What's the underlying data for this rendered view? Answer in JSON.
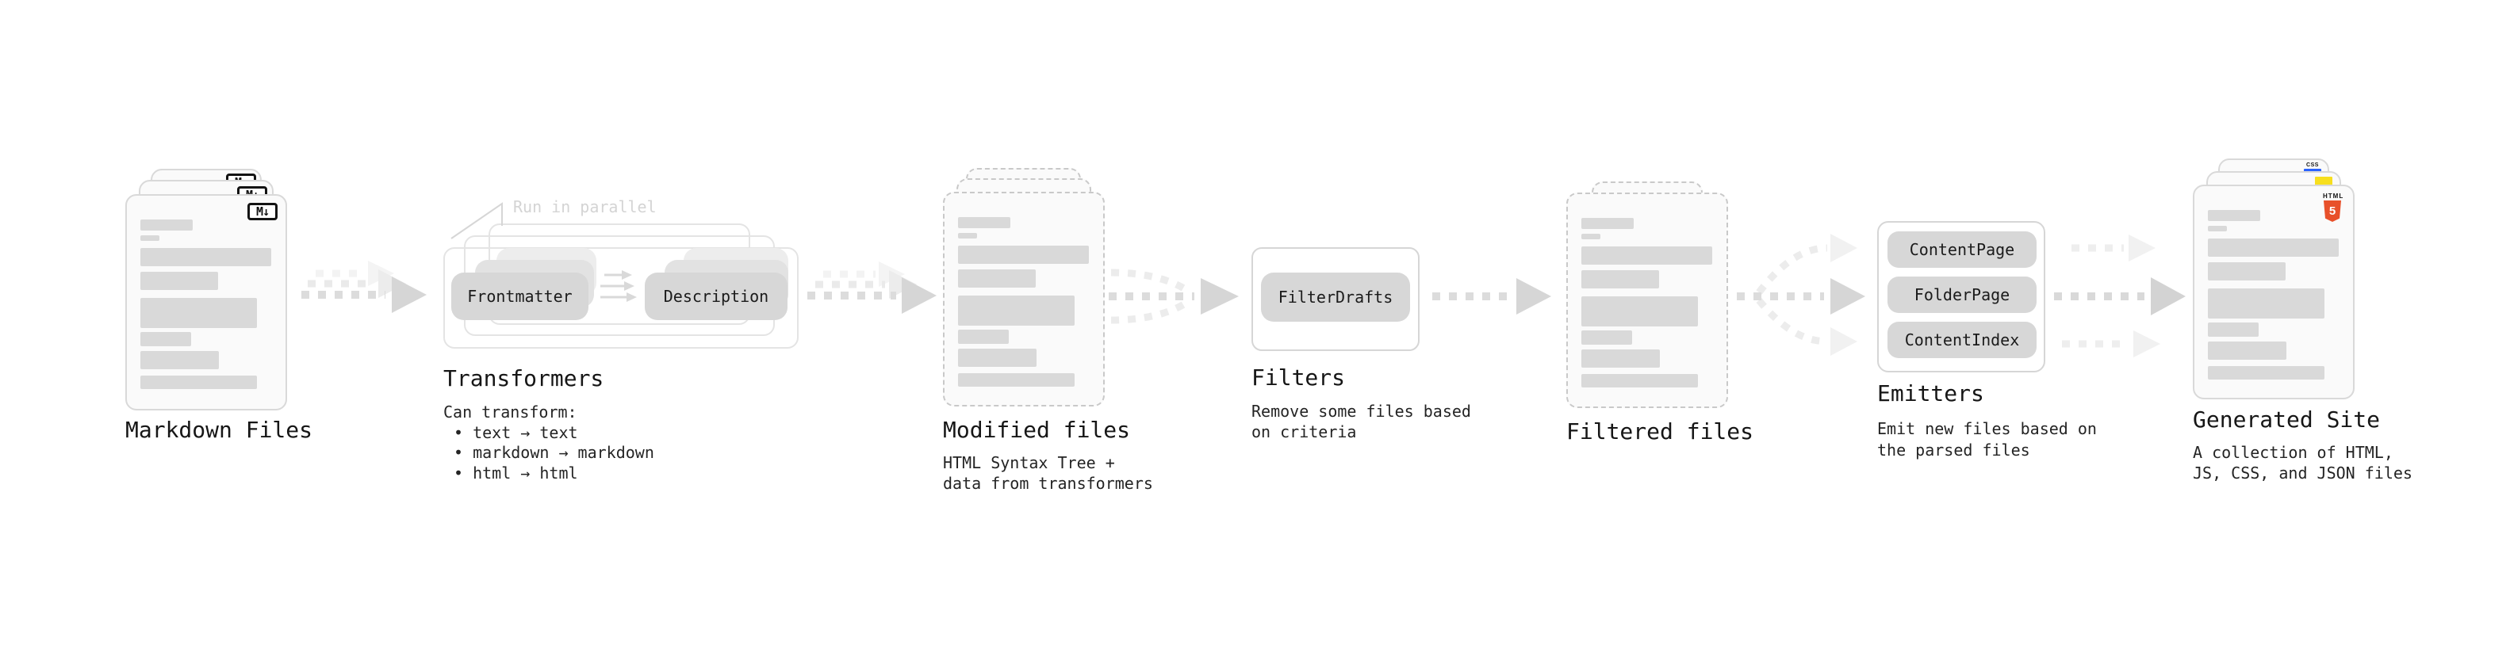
{
  "pipeline": {
    "markdown_files": {
      "label": "Markdown Files",
      "badge": "M↓"
    },
    "transformers": {
      "title": "Transformers",
      "callout": "Run in parallel",
      "plugins": [
        "Frontmatter",
        "Description"
      ],
      "description_heading": "Can transform:",
      "bullets": [
        "• text → text",
        "• markdown → markdown",
        "• html → html"
      ]
    },
    "modified_files": {
      "label": "Modified files",
      "description": [
        "HTML Syntax Tree +",
        "data from transformers"
      ]
    },
    "filters": {
      "title": "Filters",
      "plugins": [
        "FilterDrafts"
      ],
      "description": [
        "Remove some files based",
        "on criteria"
      ]
    },
    "filtered_files": {
      "label": "Filtered files"
    },
    "emitters": {
      "title": "Emitters",
      "plugins": [
        "ContentPage",
        "FolderPage",
        "ContentIndex"
      ],
      "description": [
        "Emit new files based on",
        "the parsed files"
      ]
    },
    "generated_site": {
      "label": "Generated Site",
      "description": [
        "A collection of HTML,",
        "JS, CSS, and JSON files"
      ],
      "badges": {
        "html_text": "HTML",
        "html_number": "5",
        "css": "CSS"
      }
    }
  },
  "colors": {
    "background": "#ffffff",
    "card_fill": "#fafafa",
    "card_border": "#d9d9d9",
    "dashed_border": "#c9c9c9",
    "plugin_fill": "#d7d7d7",
    "arrow_dark": "#dcdcdc",
    "arrow_light": "#ececec",
    "text": "#161616",
    "callout": "#d4d4d4",
    "html5_orange": "#e8502a",
    "css_blue": "#2962ff",
    "js_yellow": "#f7df1e"
  }
}
